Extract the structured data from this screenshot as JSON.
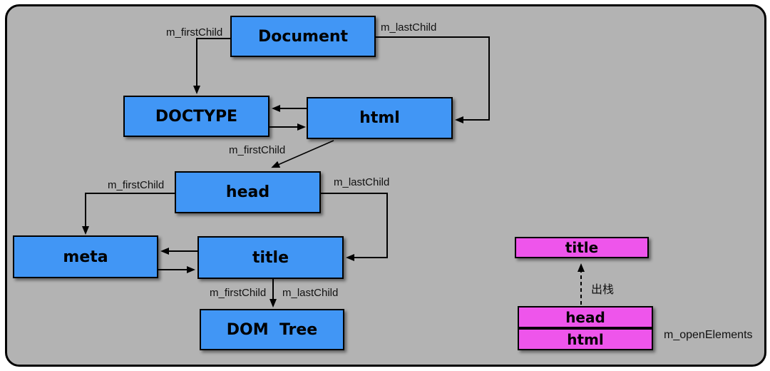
{
  "colors": {
    "panel_background": "#b3b3b3",
    "panel_border": "#000000",
    "node_fill_blue": "#4196f5",
    "node_fill_magenta": "#ee55eb",
    "line": "#000000",
    "label_text": "#111111"
  },
  "nodes": {
    "document": {
      "label": "Document"
    },
    "doctype": {
      "label": "DOCTYPE"
    },
    "html": {
      "label": "html"
    },
    "head": {
      "label": "head"
    },
    "meta": {
      "label": "meta"
    },
    "title": {
      "label": "title"
    },
    "dom_tree": {
      "label": "DOM  Tree"
    }
  },
  "edge_labels": {
    "document_first_child": "m_firstChild",
    "document_last_child": "m_lastChild",
    "html_first_child": "m_firstChild",
    "head_first_child": "m_firstChild",
    "head_last_child": "m_lastChild",
    "title_first_child": "m_firstChild",
    "title_last_child": "m_lastChild"
  },
  "open_elements_stack": {
    "popped_node": {
      "label": "title"
    },
    "pop_label": "出栈",
    "items": [
      {
        "label": "head"
      },
      {
        "label": "html"
      }
    ],
    "caption": "m_openElements"
  }
}
